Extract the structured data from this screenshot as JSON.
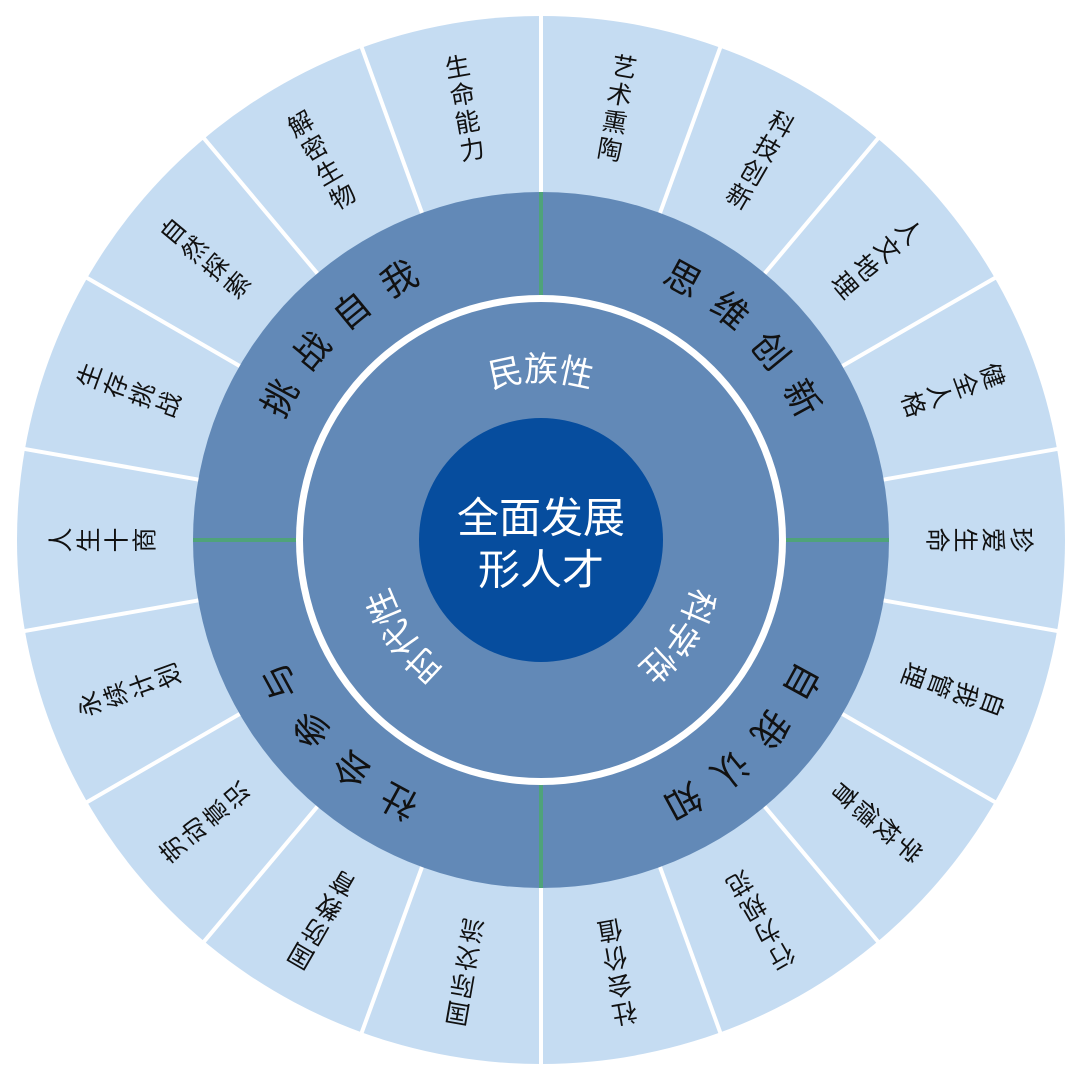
{
  "center": {
    "line1": "全面发展",
    "line2": "形人才"
  },
  "inner_ring": [
    "民族性",
    "科学性",
    "时代性"
  ],
  "middle_ring": [
    "思维创新",
    "自我认知",
    "社会参与",
    "挑战自我"
  ],
  "outer_ring": [
    "艺术熏陶",
    "科技创新",
    "人文地理",
    "健全人格",
    "珍爱生命",
    "自我管理",
    "学校德育",
    "行为规范",
    "社会价值",
    "国际交流",
    "国防教育",
    "劳动意识",
    "永续计划",
    "人生十商",
    "生存挑战",
    "自然探索",
    "解密生物",
    "生命能力"
  ],
  "colors": {
    "outer": "#c5dcf2",
    "middle": "#6289b7",
    "inner": "#6289b7",
    "center": "#064d9e",
    "divider": "#ffffff",
    "green_divider": "#4fa37a",
    "outer_text": "#111111",
    "middle_text": "#111111",
    "inner_text": "#ffffff",
    "center_text": "#ffffff"
  }
}
